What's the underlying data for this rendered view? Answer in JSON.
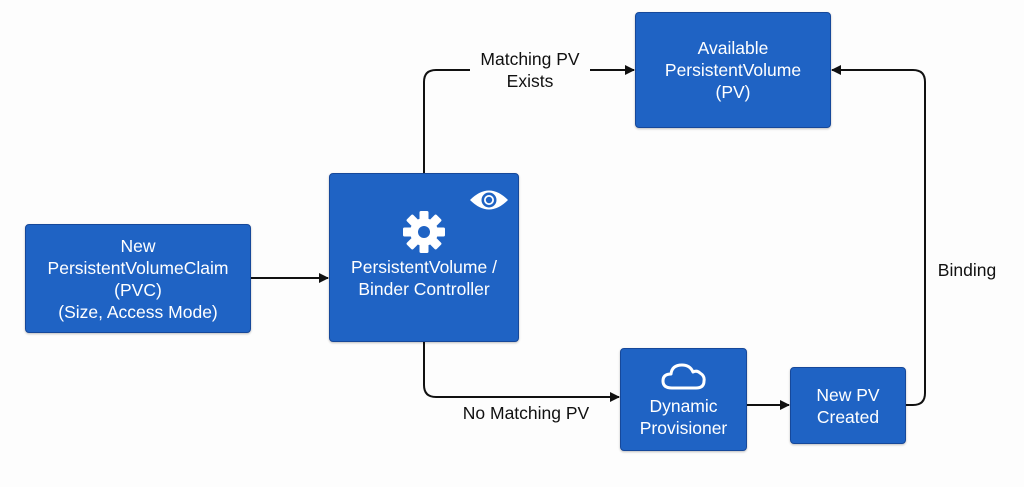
{
  "diagram": {
    "colors": {
      "node_fill": "#1f63c4",
      "node_border": "#16489a",
      "node_text": "#ffffff",
      "edge": "#111111"
    },
    "nodes": {
      "pvc": {
        "label": "New\nPersistentVolumeClaim\n(PVC)\n(Size, Access Mode)"
      },
      "controller": {
        "label": "PersistentVolume /\nBinder Controller",
        "icons": [
          "gear-icon",
          "eye-icon"
        ]
      },
      "available_pv": {
        "label": "Available\nPersistentVolume\n(PV)"
      },
      "provisioner": {
        "label": "Dynamic\nProvisioner",
        "icons": [
          "cloud-icon"
        ]
      },
      "new_pv": {
        "label": "New PV\nCreated"
      }
    },
    "edges": [
      {
        "from": "pvc",
        "to": "controller",
        "label": ""
      },
      {
        "from": "controller",
        "to": "available_pv",
        "label": "Matching PV\nExists"
      },
      {
        "from": "controller",
        "to": "provisioner",
        "label": "No Matching PV"
      },
      {
        "from": "provisioner",
        "to": "new_pv",
        "label": ""
      },
      {
        "from": "new_pv",
        "to": "available_pv",
        "label": "Binding"
      }
    ]
  }
}
